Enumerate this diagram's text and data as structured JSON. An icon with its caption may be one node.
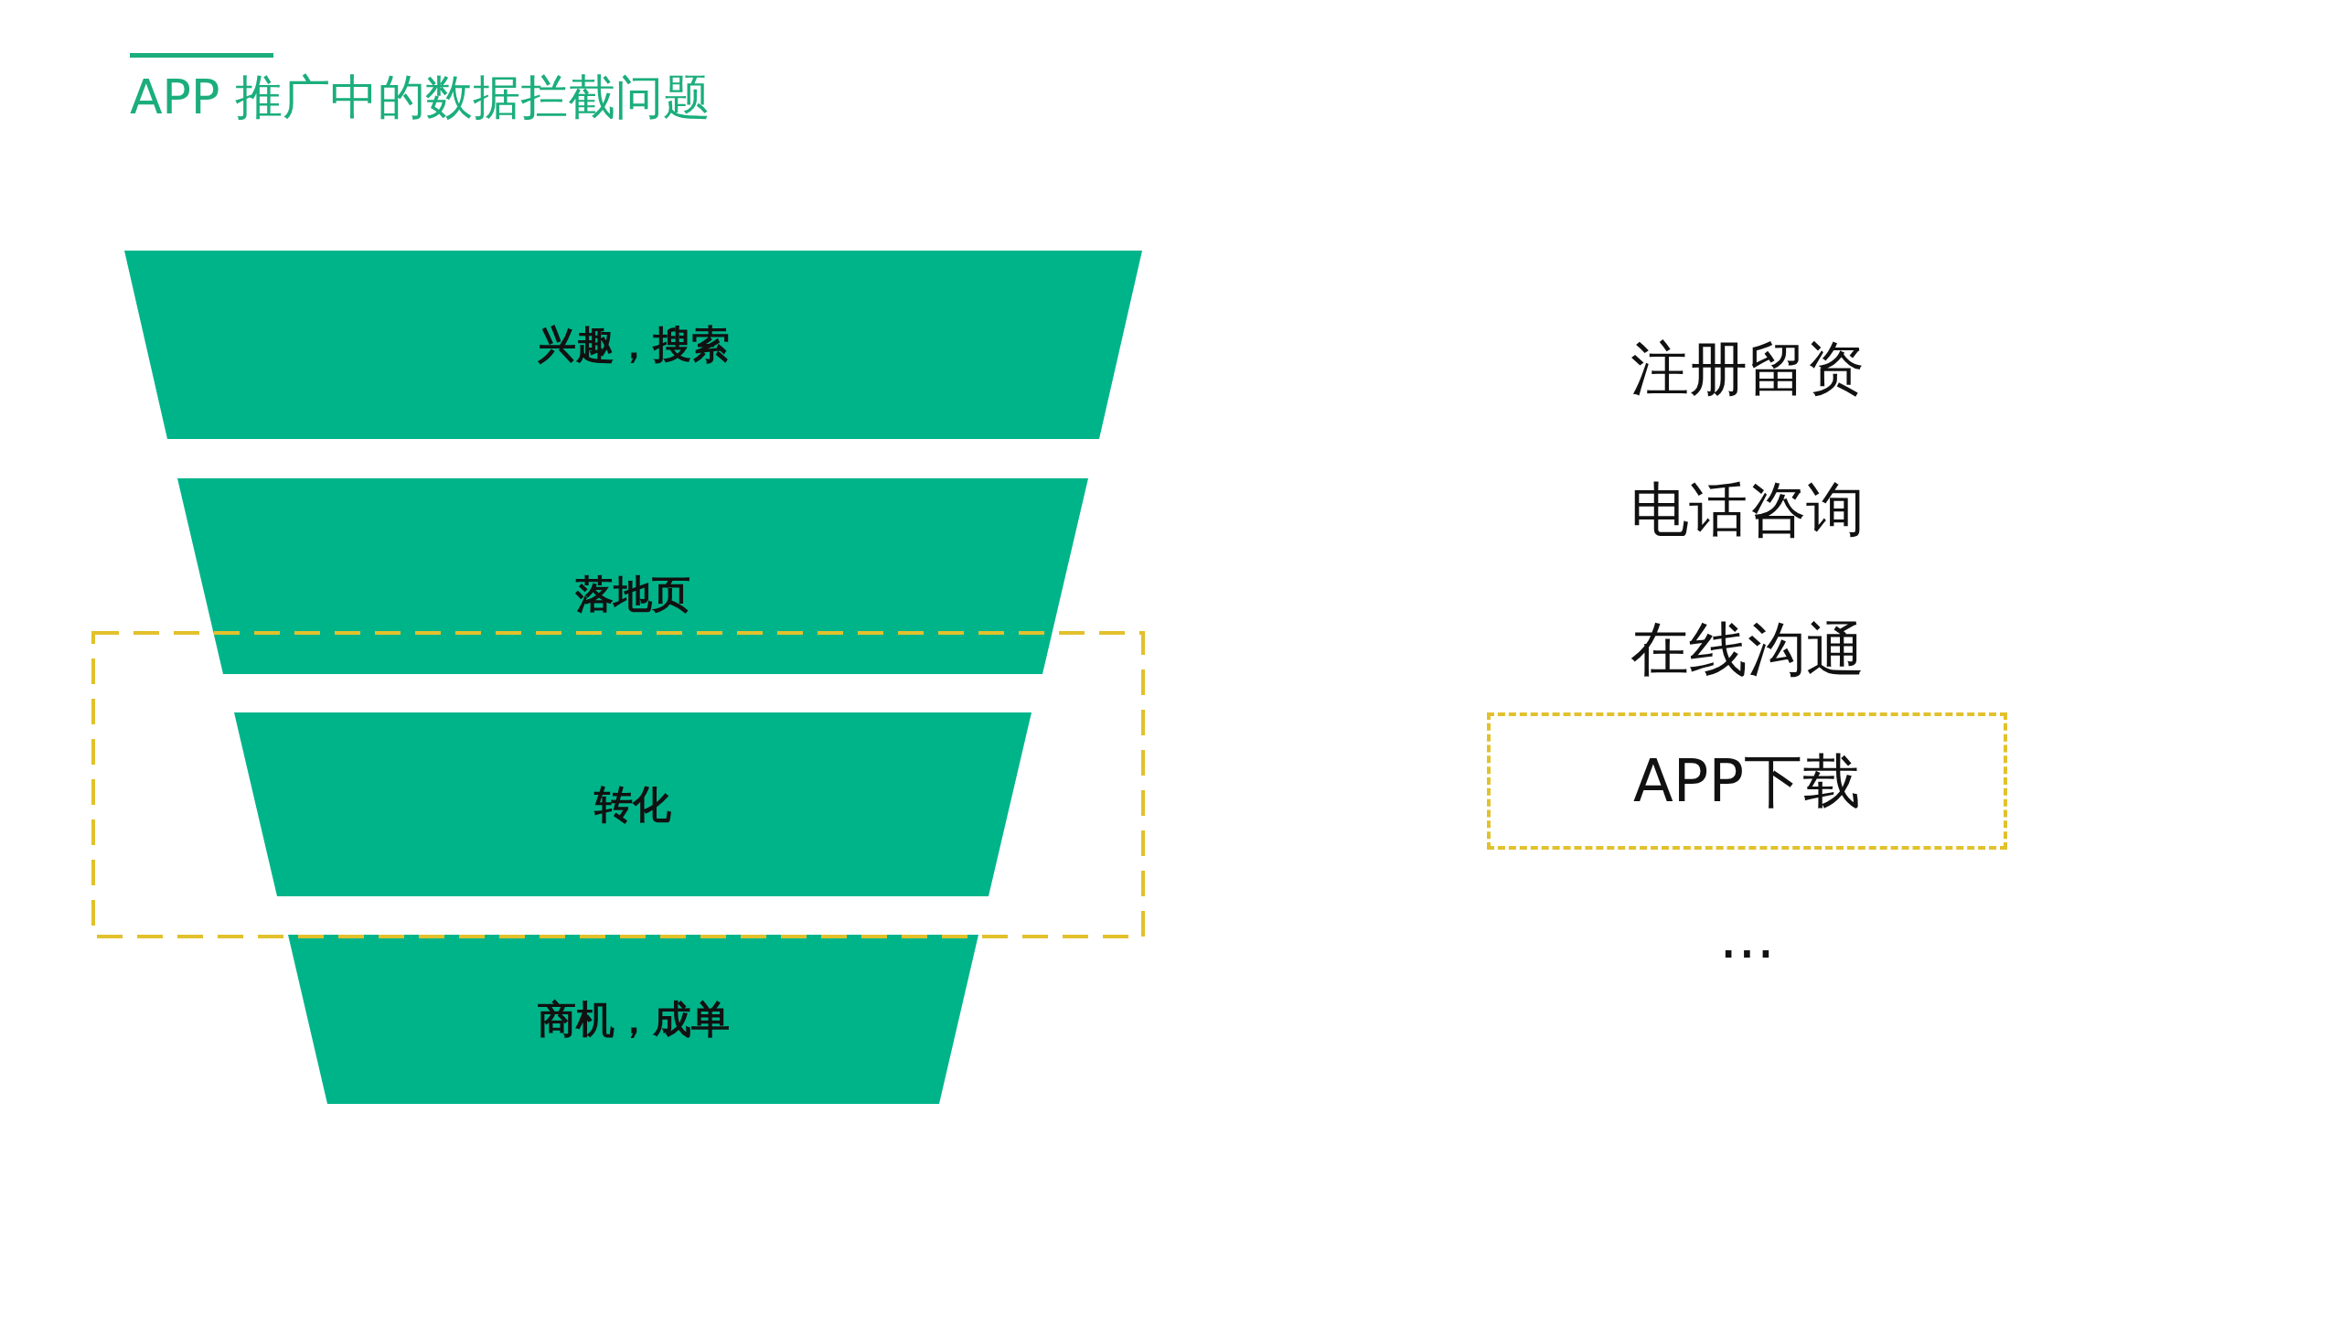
{
  "diagram": {
    "title": "APP 推广中的数据拦截问题",
    "nodes": [
      {
        "text": [
          "兴趣，搜索"
        ]
      },
      {
        "text": [
          "落地页"
        ]
      },
      {
        "text": [
          "转化"
        ]
      },
      {
        "text": [
          "商机，成单"
        ]
      },
      {
        "text": [
          "APP下载"
        ]
      }
    ],
    "labels": [
      "注册留资",
      "电话咨询",
      "在线沟通",
      "..."
    ]
  }
}
